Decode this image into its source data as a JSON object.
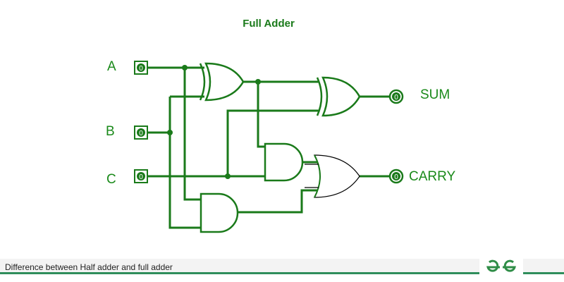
{
  "diagram": {
    "title": "Full Adder",
    "inputs": [
      {
        "name": "A",
        "value": "0"
      },
      {
        "name": "B",
        "value": "0"
      },
      {
        "name": "C",
        "value": "0"
      }
    ],
    "outputs": [
      {
        "name": "SUM",
        "value": "0"
      },
      {
        "name": "CARRY",
        "value": "0"
      }
    ],
    "gates": [
      "XOR",
      "XOR",
      "AND",
      "AND",
      "OR"
    ],
    "colors": {
      "wire": "#1a7a1a",
      "or_gate": "#000000"
    }
  },
  "footer": {
    "caption": "Difference between Half adder and full adder",
    "logo": "GfG"
  }
}
